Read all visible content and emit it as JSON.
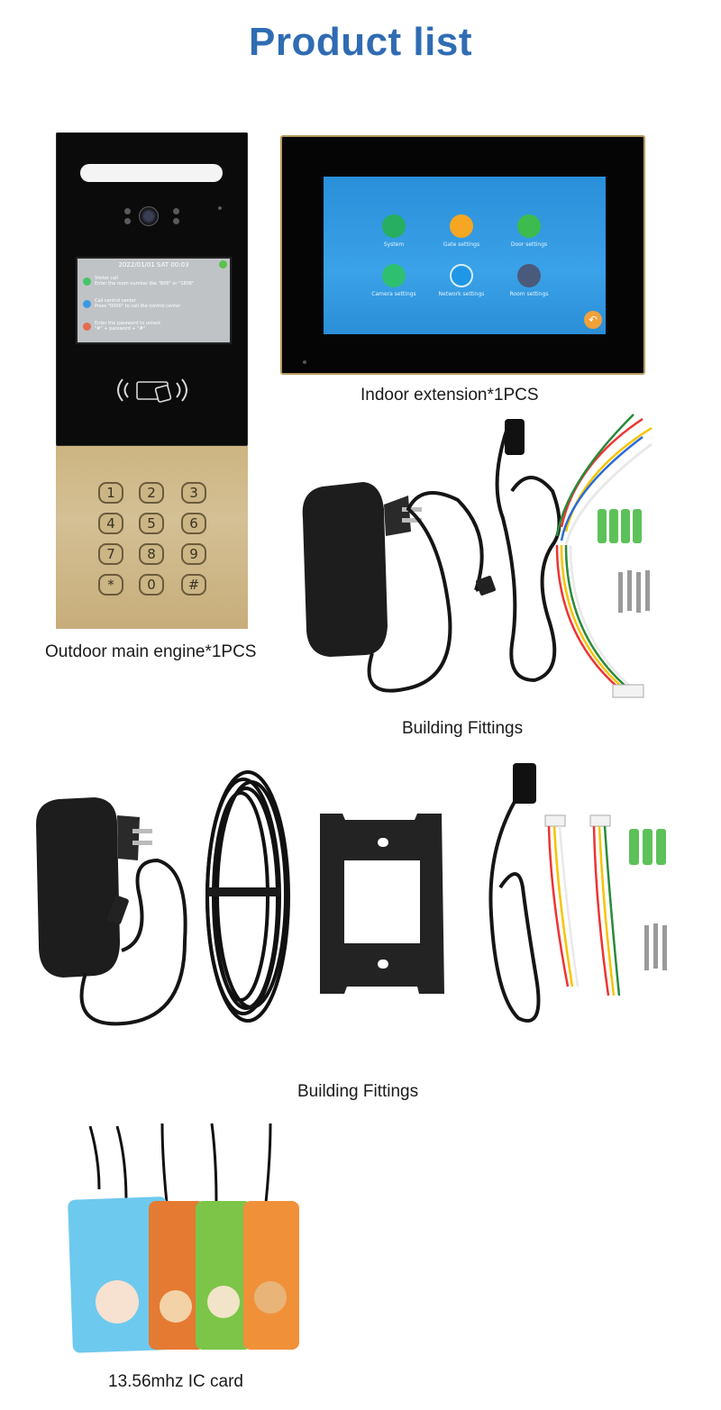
{
  "page_title": "Product list",
  "captions": {
    "indoor": "Indoor extension*1PCS",
    "outdoor": "Outdoor main engine*1PCS",
    "fittings_1": "Building Fittings",
    "fittings_2": "Building Fittings",
    "ic_card": "13.56mhz IC card"
  },
  "outdoor_screen": {
    "header": "2022/01/01 SAT 00:03",
    "rows": [
      {
        "line1": "Visitor call",
        "line2": "Enter the room number like \"806\" or \"1806\""
      },
      {
        "line1": "Call control center",
        "line2": "Press \"0000\" to call the control center"
      },
      {
        "line1": "Enter the password to unlock",
        "line2": "\"#\" + password + \"#\""
      }
    ]
  },
  "keypad": [
    "1",
    "2",
    "3",
    "4",
    "5",
    "6",
    "7",
    "8",
    "9",
    "*",
    "0",
    "#"
  ],
  "indoor_screen": {
    "apps": [
      {
        "label": "System",
        "icon": "system-icon"
      },
      {
        "label": "Gate settings",
        "icon": "gate-icon"
      },
      {
        "label": "Door settings",
        "icon": "door-icon"
      },
      {
        "label": "Camera settings",
        "icon": "camera-icon"
      },
      {
        "label": "Network settings",
        "icon": "network-icon"
      },
      {
        "label": "Room settings",
        "icon": "room-icon"
      }
    ]
  },
  "colors": {
    "title": "#2f6cb3",
    "gold_panel": "#cdb582",
    "screen_blue": "#2a8fd9"
  }
}
